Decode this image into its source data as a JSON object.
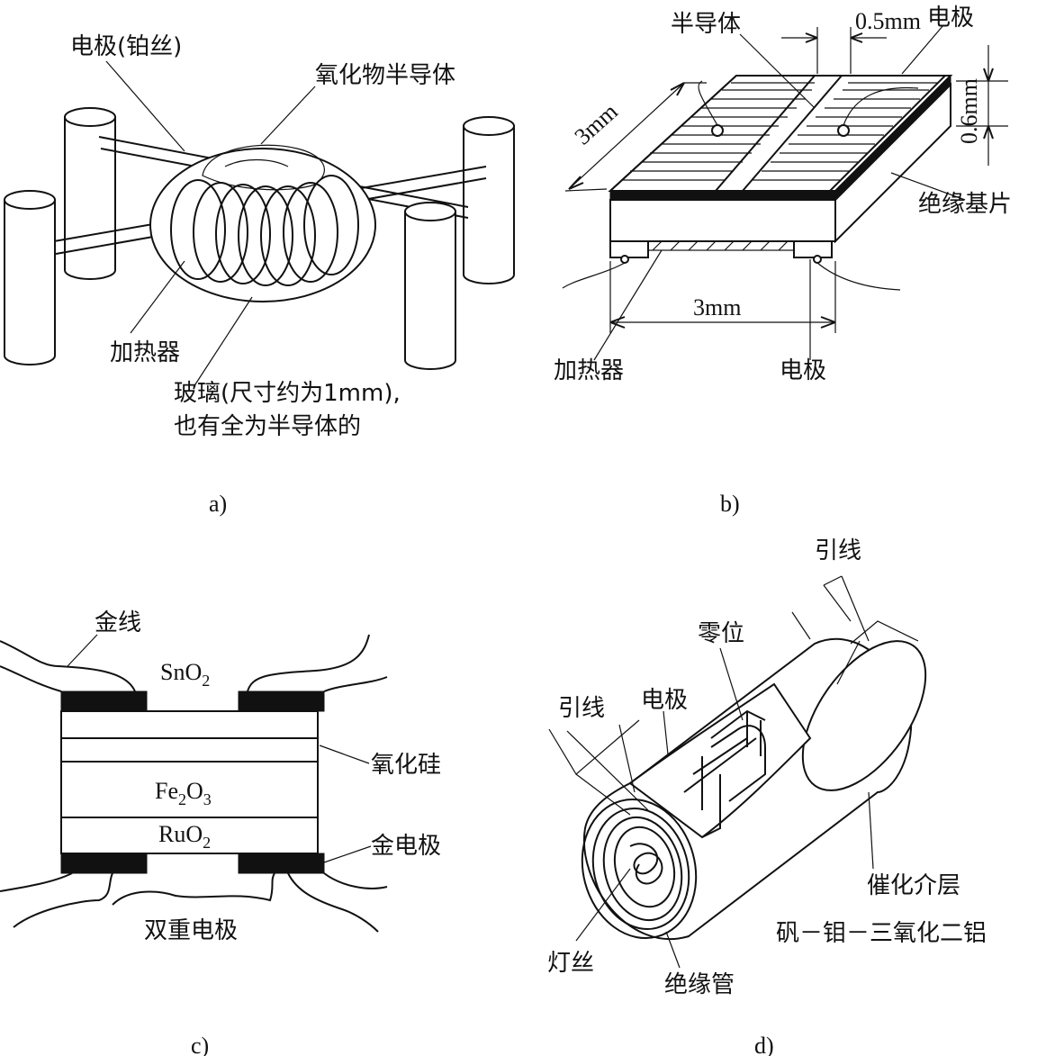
{
  "colors": {
    "ink": "#111111",
    "background": "#ffffff"
  },
  "panel_a": {
    "caption": "a)",
    "label_electrode": "电极(铂丝)",
    "label_oxide": "氧化物半导体",
    "label_heater": "加热器",
    "label_glass_line1": "玻璃(尺寸约为1mm),",
    "label_glass_line2": "也有全为半导体的"
  },
  "panel_b": {
    "caption": "b)",
    "label_semiconductor": "半导体",
    "label_gap": "0.5mm",
    "label_electrode_top": "电极",
    "label_thickness": "0.6mm",
    "label_length": "3mm",
    "label_substrate": "绝缘基片",
    "label_width": "3mm",
    "label_heater": "加热器",
    "label_electrode_bottom": "电极"
  },
  "panel_c": {
    "caption": "c)",
    "label_gold_wire": "金线",
    "layer_sno2": {
      "base": "SnO",
      "sub": "2"
    },
    "layer_fe2o3": {
      "a": "Fe",
      "a_sub": "2",
      "b": "O",
      "b_sub": "3"
    },
    "layer_ruo2": {
      "base": "RuO",
      "sub": "2"
    },
    "label_silicon_oxide": "氧化硅",
    "label_gold_electrode": "金电极",
    "label_double_electrode": "双重电极"
  },
  "panel_d": {
    "caption": "d)",
    "label_lead_top": "引线",
    "label_zero": "零位",
    "label_lead_left": "引线",
    "label_electrode": "电极",
    "label_catalyst": "催化介层",
    "label_catalyst_material": "矾－钼－三氧化二铝",
    "label_filament": "灯丝",
    "label_insulating_tube": "绝缘管"
  }
}
